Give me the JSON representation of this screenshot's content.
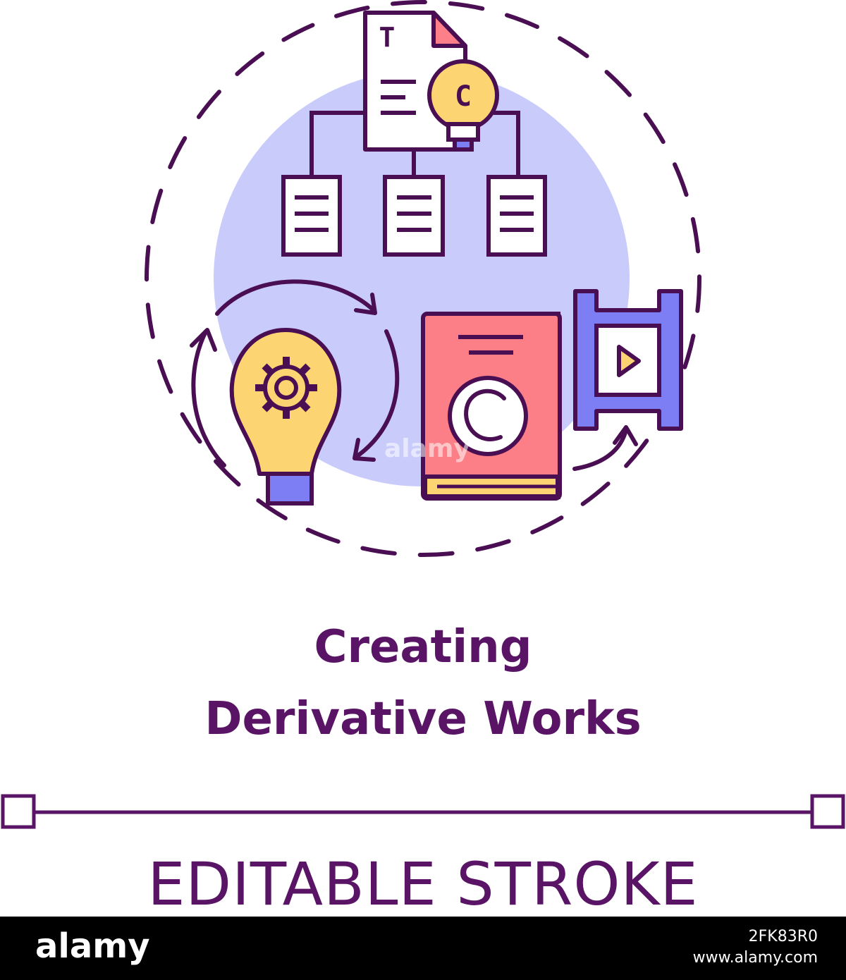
{
  "title": {
    "line1": "Creating",
    "line2": "Derivative Works"
  },
  "subtitle": "EDITABLE STROKE",
  "watermark": "alamy",
  "footer": {
    "logo": "alamy",
    "image_id": "2FK83R0",
    "site": "www.alamy.com"
  },
  "document_letters": {
    "top_doc": "T",
    "bulb_badge": "C"
  },
  "colors": {
    "outline": "#4a0e52",
    "title_text": "#5a1466",
    "backdrop_circle": "#c9ccfb",
    "bulb_yellow": "#fdd472",
    "book_red": "#fc7f87",
    "film_blue": "#7d7ef4",
    "bulb_base_blue": "#7d7ef4",
    "doc_fold_pink": "#fd7f8a",
    "footer_bg": "#000000"
  },
  "icons": [
    "document-icon",
    "idea-bulb-icon",
    "gear-icon",
    "cycle-arrows-icon",
    "copyright-book-icon",
    "film-strip-icon",
    "play-icon",
    "sub-document-icon"
  ]
}
